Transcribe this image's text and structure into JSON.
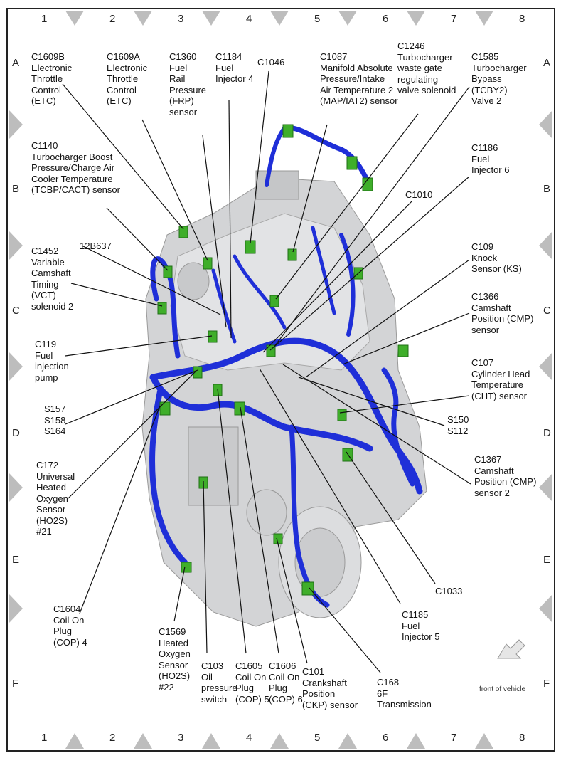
{
  "grid": {
    "cols": [
      "1",
      "2",
      "3",
      "4",
      "5",
      "6",
      "7",
      "8"
    ],
    "rows": [
      "A",
      "B",
      "C",
      "D",
      "E",
      "F"
    ]
  },
  "labels": {
    "c1609b": "C1609B\nElectronic\nThrottle\nControl\n(ETC)",
    "c1609a": "C1609A\nElectronic\nThrottle\nControl\n(ETC)",
    "c1360": "C1360\nFuel\nRail\nPressure\n(FRP)\nsensor",
    "c1184": "C1184\nFuel\nInjector 4",
    "c1046": "C1046",
    "c1087": "C1087\nManifold Absolute\nPressure/Intake\nAir Temperature 2\n(MAP/IAT2) sensor",
    "c1246": "C1246\nTurbocharger\nwaste gate\nregulating\nvalve solenoid",
    "c1585": "C1585\nTurbocharger\nBypass\n(TCBY2)\nValve 2",
    "c1140": "C1140\nTurbocharger Boost\nPressure/Charge Air\nCooler Temperature\n(TCBP/CACT) sensor",
    "c1186": "C1186\nFuel\nInjector 6",
    "c1010": "C1010",
    "c1452": "C1452\nVariable\nCamshaft\nTiming\n(VCT)\nsolenoid 2",
    "b637": "12B637",
    "c109": "C109\nKnock\nSensor (KS)",
    "c1366": "C1366\nCamshaft\nPosition (CMP)\nsensor",
    "c119": "C119\nFuel\ninjection\npump",
    "c107": "C107\nCylinder Head\nTemperature\n(CHT) sensor",
    "s157": "S157\nS158\nS164",
    "s150": "S150\nS112",
    "c172": "C172\nUniversal\nHeated\nOxygen\nSensor\n(HO2S)\n#21",
    "c1367": "C1367\nCamshaft\nPosition (CMP)\nsensor 2",
    "c1033": "C1033",
    "c1604": "C1604\nCoil On\nPlug\n(COP) 4",
    "c1185": "C1185\nFuel\nInjector 5",
    "c1569": "C1569\nHeated\nOxygen\nSensor\n(HO2S)\n#22",
    "c103": "C103\nOil\npressure\nswitch",
    "c1605": "C1605\nCoil On\nPlug\n(COP) 5",
    "c1606": "C1606\nCoil On\nPlug\n(COP) 6",
    "c101": "C101\nCrankshaft\nPosition\n(CKP) sensor",
    "c168": "C168\n6F\nTransmission"
  },
  "front_label": "front of vehicle",
  "colors": {
    "harness": "#1f2fd8",
    "connector": "#3fae2a",
    "engine": "#cfd0d2",
    "border_marker": "#b9b9b9"
  }
}
